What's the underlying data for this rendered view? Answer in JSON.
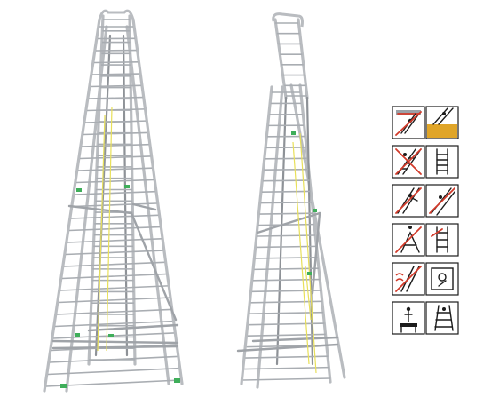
{
  "scene": {
    "background": "#ffffff",
    "ladders": [
      {
        "name": "ladder-front-view",
        "sections": 3,
        "color": "#b9bcc0"
      },
      {
        "name": "ladder-side-view",
        "sections": 3,
        "color": "#b9bcc0"
      }
    ],
    "safety_pictograms": {
      "rows": 6,
      "columns": 2,
      "icons": [
        "overhead-obstacle-warning-icon",
        "floor-surface-icon",
        "no-leaning-sideways-icon",
        "ladder-upright-icon",
        "no-overreach-icon",
        "no-diagonal-climb-icon",
        "no-standing-on-top-icon",
        "ladder-rungs-icon",
        "no-wind-icon",
        "inspection-label-icon",
        "person-on-platform-icon",
        "climbing-ladder-icon"
      ],
      "accent_color": "#e0a528",
      "prohibition_color": "#d23a2a"
    }
  }
}
